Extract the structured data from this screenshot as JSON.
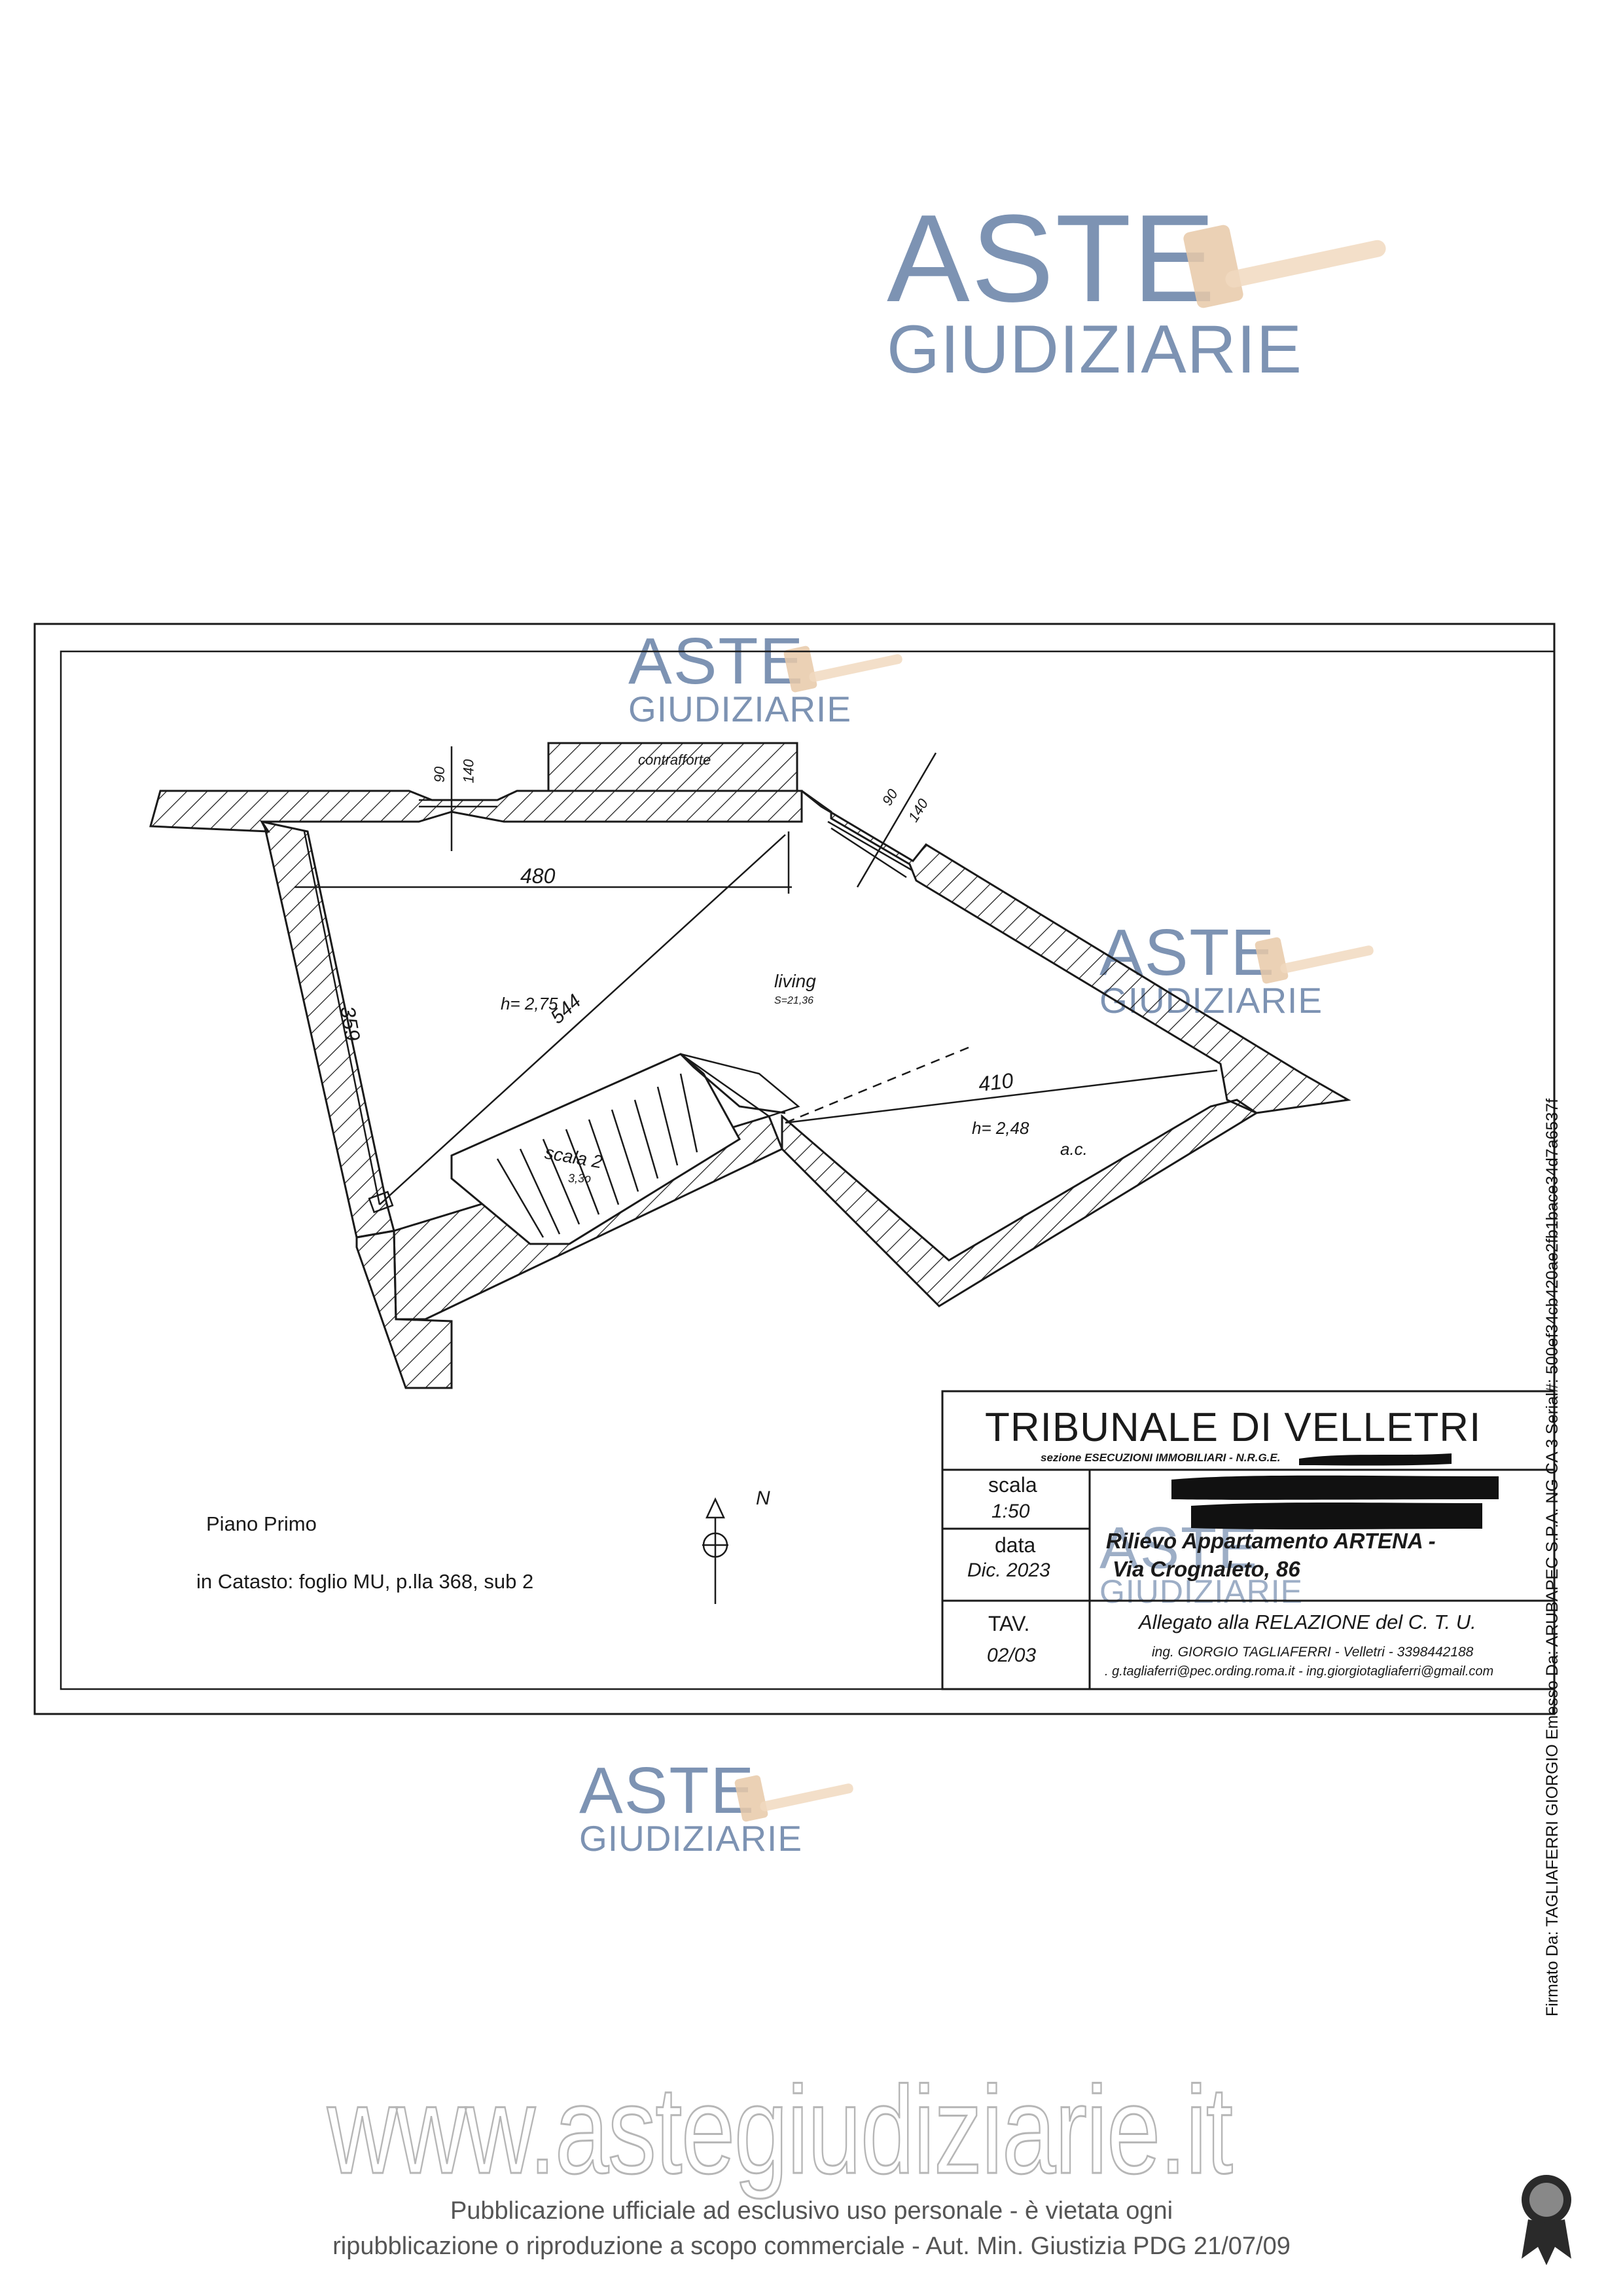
{
  "watermarks": {
    "aste": "ASTE",
    "giudiziarie": "GIUDIZIARIE"
  },
  "drawing": {
    "contrafforte": "contrafforte",
    "dim_90_top": "90",
    "dim_140_top": "140",
    "dim_90_right": "90",
    "dim_140_right": "140",
    "dim_480": "480",
    "dim_359": "359",
    "dim_544": "544",
    "dim_410": "410",
    "h_living": "h= 2,75",
    "h_ac": "h= 2,48",
    "living": "living",
    "living_area": "S=21,36",
    "ac": "a.c.",
    "scala": "scala 2",
    "scala_sub": "3,3o",
    "north": "N"
  },
  "plan_labels": {
    "piano": "Piano Primo",
    "catasto": "in Catasto: foglio MU, p.lla 368, sub 2"
  },
  "title_block": {
    "court": "TRIBUNALE DI VELLETRI",
    "section": "sezione ESECUZIONI IMMOBILIARI  -  N.R.G.E.",
    "scala_label": "scala",
    "scala_value": "1:50",
    "data_label": "data",
    "data_value": "Dic.  2023",
    "rilievo_1": "Rilievo Appartamento  ARTENA -",
    "rilievo_2": "Via Crognaleto, 86",
    "tav_label": "TAV.",
    "tav_value": "02/03",
    "allegato": "Allegato alla RELAZIONE  del C. T. U.",
    "engineer": "ing. GIORGIO TAGLIAFERRI  -  Velletri - 3398442188",
    "emails": ". g.tagliaferri@pec.ording.roma.it  - ing.giorgiotagliaferri@gmail.com"
  },
  "signature_sidebar": "Firmato Da: TAGLIAFERRI GIORGIO Emesso Da: ARUBAPEC S.P.A. NG CA 3 Serial#: 500ef34cb420ae2fb1bace34d7a6537f",
  "website": "www.astegiudiziarie.it",
  "footer": {
    "line1": "Pubblicazione ufficiale ad esclusivo uso personale - è vietata ogni",
    "line2": "ripubblicazione o riproduzione a scopo commerciale - Aut. Min. Giustizia PDG 21/07/09"
  },
  "colors": {
    "watermark": "#7d93b3",
    "gavel": "#e8c9a8",
    "ink": "#1a1a1a",
    "redaction": "#111111"
  }
}
